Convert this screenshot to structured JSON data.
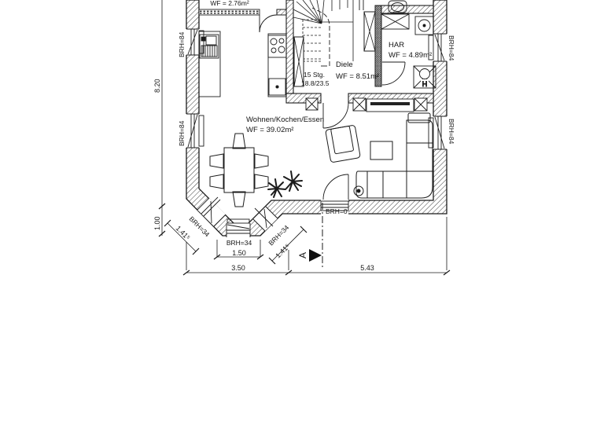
{
  "drawing_type": "architectural floor plan (ground floor)",
  "rooms": [
    {
      "name": "",
      "area": "WF = 2.76m²"
    },
    {
      "name": "Diele",
      "area": "WF = 8.51m²"
    },
    {
      "name": "HAR",
      "area": "WF = 4.89m²"
    },
    {
      "name": "Wohnen/Kochen/Essen",
      "area": "WF = 39.02m²"
    }
  ],
  "stairs": {
    "line1": "15 Stg.",
    "line2": "18.8/23.5"
  },
  "sill_labels": {
    "left_upper": "BRH=84",
    "left_lower": "BRH=84",
    "right_upper": "BRH=84",
    "right_lower": "BRH=84",
    "bay_left": "BRH=34",
    "bay_front": "BRH=34",
    "bay_right": "BRH=34",
    "terrace_door": "BRH=0"
  },
  "dimensions": {
    "height_total": "8.20",
    "bay_depth": "1.00",
    "bottom_left": "3.50",
    "bottom_right": "5.43",
    "bay_front": "1.50",
    "bay_diag_left": "1.41⁵",
    "bay_diag_right": "1.41⁵"
  },
  "fixtures": {
    "boiler_label": "H"
  },
  "section_marker": {
    "label": "A"
  },
  "colors": {
    "line": "#1b1b1b",
    "hatch": "#3d3d3d",
    "background": "#ffffff"
  }
}
